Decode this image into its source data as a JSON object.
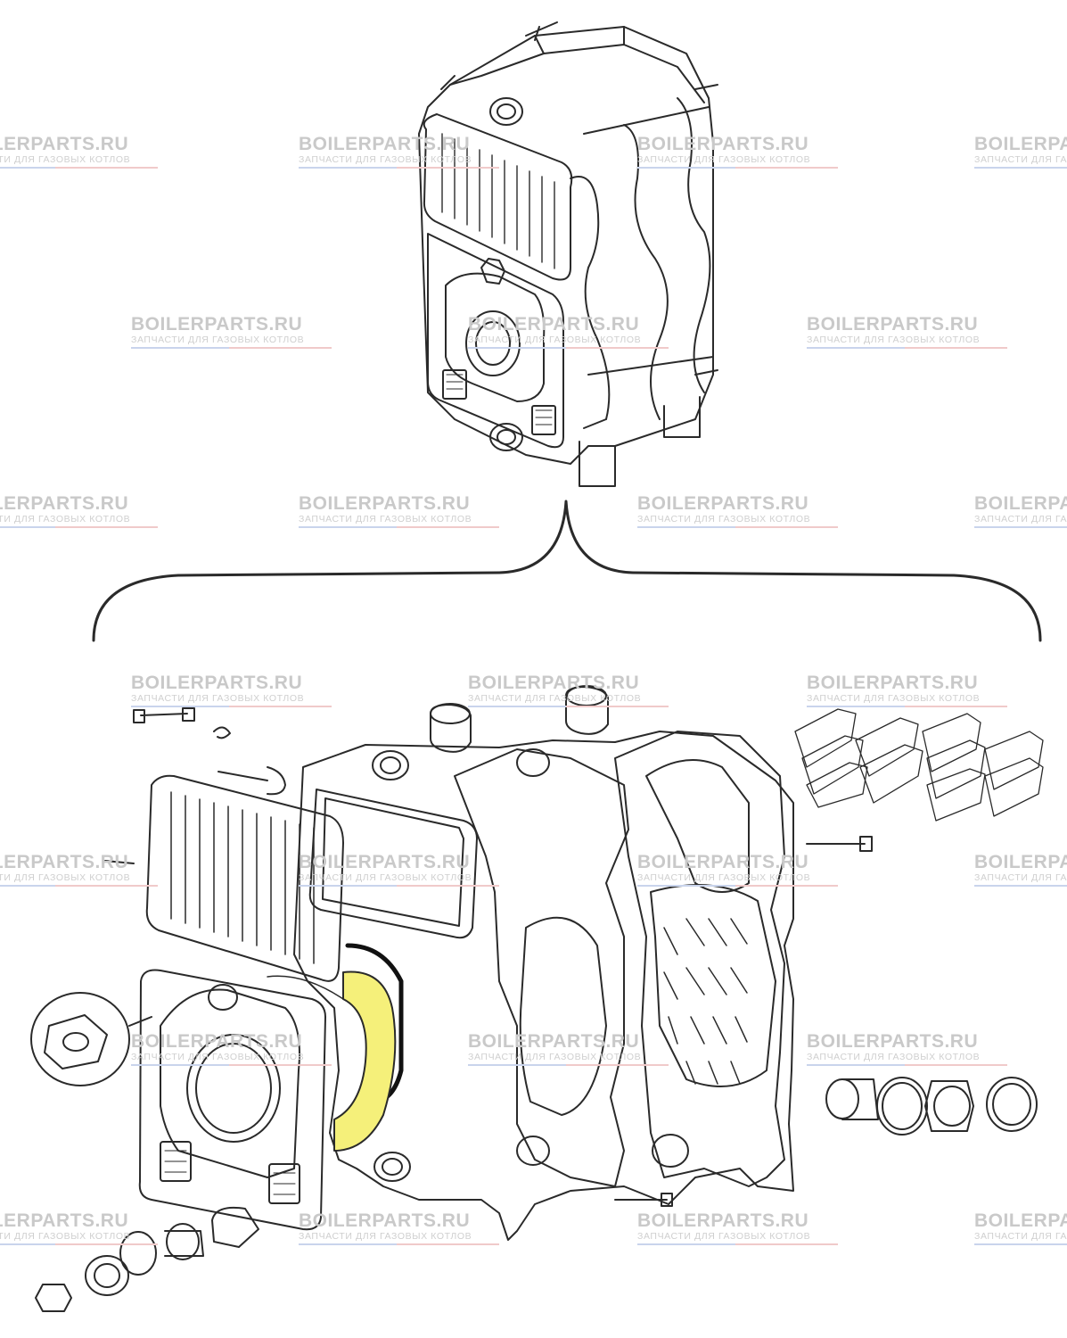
{
  "watermark": {
    "brand": "BOILERPARTS.RU",
    "tagline": "ЗАПЧАСТИ ДЛЯ ГАЗОВЫХ КОТЛОВ",
    "brand_color": "#c9c9c9",
    "underline_colors": [
      "#c9d4ec",
      "#f0caca"
    ]
  },
  "highlight_color": "#f5f07a",
  "diagram": {
    "upper": "assembled-heat-exchanger",
    "lower": "exploded-heat-exchanger",
    "highlighted_part": "gasket-ring"
  }
}
